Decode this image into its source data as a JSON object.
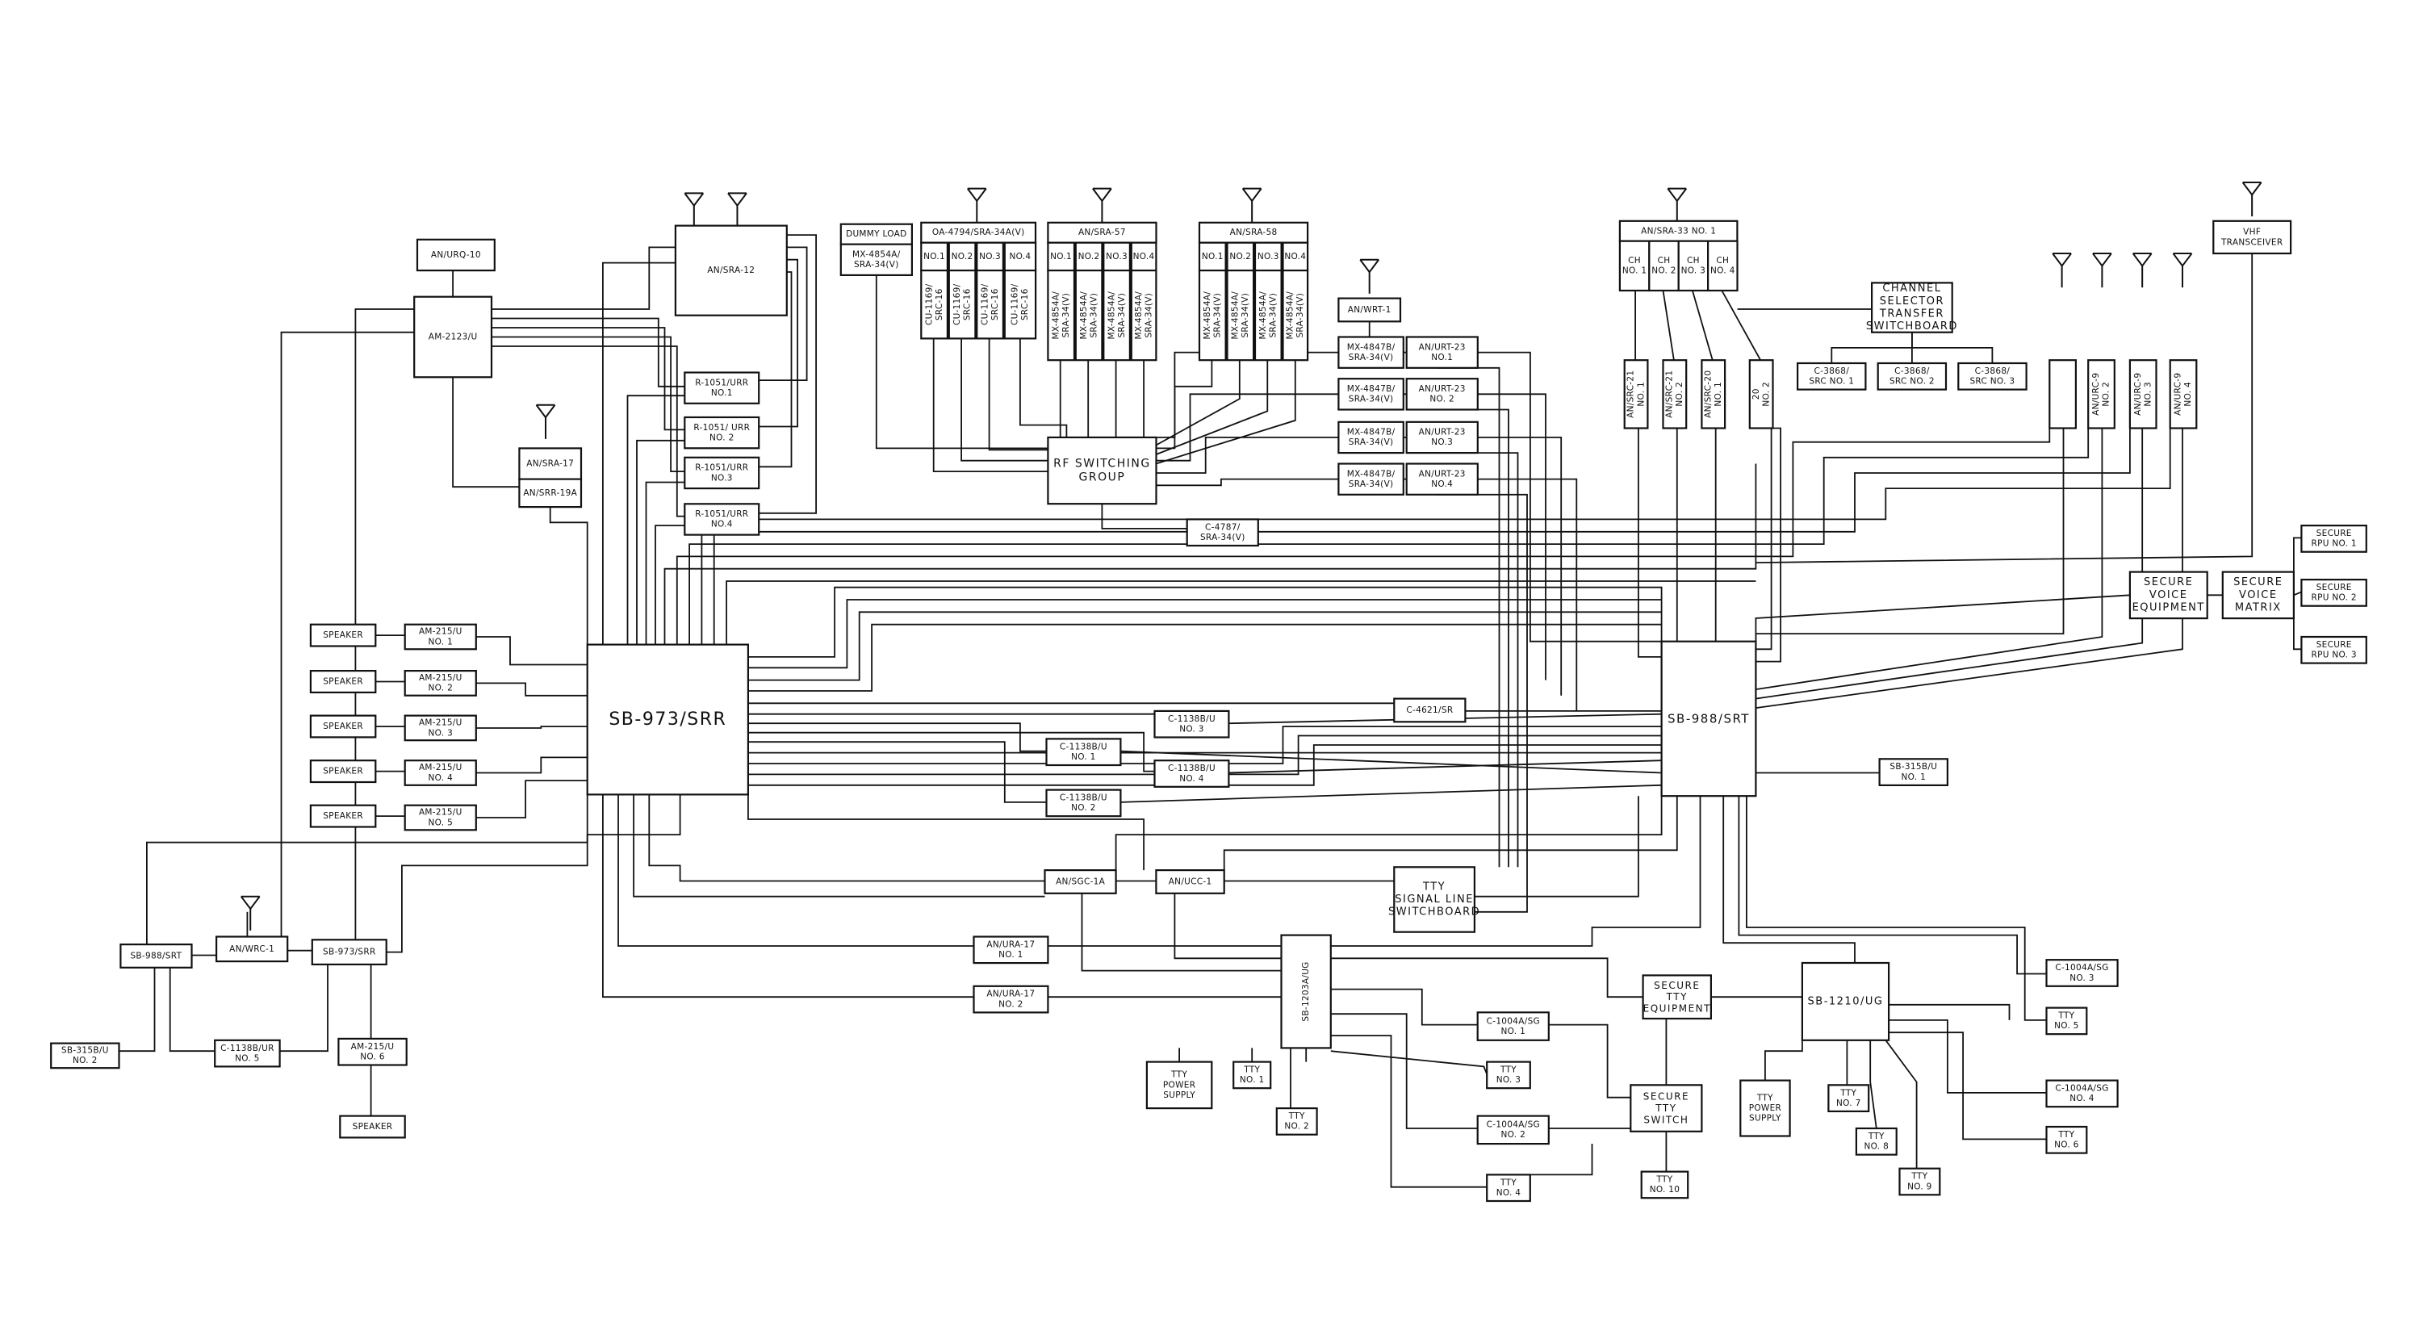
{
  "diagram": {
    "boxes": [
      {
        "id": "urq10",
        "lines": [
          "AN/URQ-10"
        ]
      },
      {
        "id": "am2123",
        "lines": [
          "AM-2123/U"
        ]
      },
      {
        "id": "sra12",
        "lines": [
          "AN/SRA-12"
        ]
      },
      {
        "id": "r1051_1",
        "lines": [
          "R-1051/URR",
          "NO.1"
        ]
      },
      {
        "id": "r1051_2",
        "lines": [
          "R-1051/ URR",
          "NO. 2"
        ]
      },
      {
        "id": "r1051_3",
        "lines": [
          "R-1051/URR",
          "NO.3"
        ]
      },
      {
        "id": "r1051_4",
        "lines": [
          "R-1051/URR",
          "NO.4"
        ]
      },
      {
        "id": "sra17",
        "lines": [
          "AN/SRA-17"
        ]
      },
      {
        "id": "srr19a",
        "lines": [
          "AN/SRR-19A"
        ]
      },
      {
        "id": "dummy",
        "lines": [
          "DUMMY LOAD"
        ]
      },
      {
        "id": "mx4854",
        "lines": [
          "MX-4854A/",
          "SRA-34(V)"
        ]
      },
      {
        "id": "oa4794",
        "lines": [
          "OA-4794/SRA-34A(V)"
        ]
      },
      {
        "id": "oa_no1",
        "lines": [
          "NO.1"
        ]
      },
      {
        "id": "oa_no2",
        "lines": [
          "NO.2"
        ]
      },
      {
        "id": "oa_no3",
        "lines": [
          "NO.3"
        ]
      },
      {
        "id": "oa_no4",
        "lines": [
          "NO.4"
        ]
      },
      {
        "id": "cu1",
        "lines": [
          "CU-1169/",
          "SRC-16"
        ],
        "vertical": true
      },
      {
        "id": "cu2",
        "lines": [
          "CU-1169/",
          "SRC-16"
        ],
        "vertical": true
      },
      {
        "id": "cu3",
        "lines": [
          "CU-1169/",
          "SRC-16"
        ],
        "vertical": true
      },
      {
        "id": "cu4",
        "lines": [
          "CU-1169/",
          "SRC-16"
        ],
        "vertical": true
      },
      {
        "id": "sra57",
        "lines": [
          "AN/SRA-57"
        ]
      },
      {
        "id": "s57_no1",
        "lines": [
          "NO.1"
        ]
      },
      {
        "id": "s57_no2",
        "lines": [
          "NO.2"
        ]
      },
      {
        "id": "s57_no3",
        "lines": [
          "NO.3"
        ]
      },
      {
        "id": "s57_no4",
        "lines": [
          "NO.4"
        ]
      },
      {
        "id": "mx57_1",
        "lines": [
          "MX-4854A/",
          "SRA-34(V)"
        ],
        "vertical": true
      },
      {
        "id": "mx57_2",
        "lines": [
          "MX-4854A/",
          "SRA-34(V)"
        ],
        "vertical": true
      },
      {
        "id": "mx57_3",
        "lines": [
          "MX-4854A/",
          "SRA-34(V)"
        ],
        "vertical": true
      },
      {
        "id": "mx57_4",
        "lines": [
          "MX-4854A/",
          "SRA-34(V)"
        ],
        "vertical": true
      },
      {
        "id": "sra58",
        "lines": [
          "AN/SRA-58"
        ]
      },
      {
        "id": "s58_no1",
        "lines": [
          "NO.1"
        ]
      },
      {
        "id": "s58_no2",
        "lines": [
          "NO.2"
        ]
      },
      {
        "id": "s58_no3",
        "lines": [
          "NO.3"
        ]
      },
      {
        "id": "s58_no4",
        "lines": [
          "NO.4"
        ]
      },
      {
        "id": "mx58_1",
        "lines": [
          "MX-4854A/",
          "SRA-34(V)"
        ],
        "vertical": true
      },
      {
        "id": "mx58_2",
        "lines": [
          "MX-4854A/",
          "SRA-34(V)"
        ],
        "vertical": true
      },
      {
        "id": "mx58_3",
        "lines": [
          "MX-4854A/",
          "SRA-34(V)"
        ],
        "vertical": true
      },
      {
        "id": "mx58_4",
        "lines": [
          "MX-4854A/",
          "SRA-34(V)"
        ],
        "vertical": true
      },
      {
        "id": "rfsw",
        "lines": [
          "RF SWITCHING",
          "GROUP"
        ]
      },
      {
        "id": "c4787",
        "lines": [
          "C-4787/",
          "SRA-34(V)"
        ]
      },
      {
        "id": "wrt1",
        "lines": [
          "AN/WRT-1"
        ]
      },
      {
        "id": "mx4847_1",
        "lines": [
          "MX-4847B/",
          "SRA-34(V)"
        ]
      },
      {
        "id": "urt23_1",
        "lines": [
          "AN/URT-23",
          "NO.1"
        ]
      },
      {
        "id": "mx4847_2",
        "lines": [
          "MX-4847B/",
          "SRA-34(V)"
        ]
      },
      {
        "id": "urt23_2",
        "lines": [
          "AN/URT-23",
          "NO. 2"
        ]
      },
      {
        "id": "mx4847_3",
        "lines": [
          "MX-4847B/",
          "SRA-34(V)"
        ]
      },
      {
        "id": "urt23_3",
        "lines": [
          "AN/URT-23",
          "NO.3"
        ]
      },
      {
        "id": "mx4847_4",
        "lines": [
          "MX-4847B/",
          "SRA-34(V)"
        ]
      },
      {
        "id": "urt23_4",
        "lines": [
          "AN/URT-23",
          "NO.4"
        ]
      },
      {
        "id": "sra33",
        "lines": [
          "AN/SRA-33 NO. 1"
        ]
      },
      {
        "id": "ch1",
        "lines": [
          "CH",
          "NO. 1"
        ]
      },
      {
        "id": "ch2",
        "lines": [
          "CH",
          "NO. 2"
        ]
      },
      {
        "id": "ch3",
        "lines": [
          "CH",
          "NO. 3"
        ]
      },
      {
        "id": "ch4",
        "lines": [
          "CH",
          "NO. 4"
        ]
      },
      {
        "id": "chsel",
        "lines": [
          "CHANNEL",
          "SELECTOR",
          "TRANSFER",
          "SWITCHBOARD"
        ]
      },
      {
        "id": "c3868_1",
        "lines": [
          "C-3868/",
          "SRC NO. 1"
        ]
      },
      {
        "id": "c3868_2",
        "lines": [
          "C-3868/",
          "SRC NO. 2"
        ]
      },
      {
        "id": "c3868_3",
        "lines": [
          "C-3868/",
          "SRC NO. 3"
        ]
      },
      {
        "id": "src21_1",
        "lines": [
          "AN/SRC-21",
          "NO. 1"
        ],
        "vertical": true
      },
      {
        "id": "src21_2",
        "lines": [
          "AN/SRC-21",
          "NO. 2"
        ],
        "vertical": true
      },
      {
        "id": "src20_1",
        "lines": [
          "AN/SRC-20",
          "NO. 1"
        ],
        "vertical": true
      },
      {
        "id": "src20_2",
        "lines": [
          "20",
          "NO. 2"
        ],
        "vertical": true
      },
      {
        "id": "urc_blank",
        "lines": [
          ""
        ],
        "vertical": true
      },
      {
        "id": "urc9_2",
        "lines": [
          "AN/URC-9",
          "NO. 2"
        ],
        "vertical": true
      },
      {
        "id": "urc9_3",
        "lines": [
          "AN/URC-9",
          "NO. 3"
        ],
        "vertical": true
      },
      {
        "id": "urc9_4",
        "lines": [
          "AN/URC-9",
          "NO. 4"
        ],
        "vertical": true
      },
      {
        "id": "vhf",
        "lines": [
          "VHF",
          "TRANSCEIVER"
        ]
      },
      {
        "id": "rpu1",
        "lines": [
          "SECURE",
          "RPU NO. 1"
        ]
      },
      {
        "id": "rpu2",
        "lines": [
          "SECURE",
          "RPU NO. 2"
        ]
      },
      {
        "id": "rpu3",
        "lines": [
          "SECURE",
          "RPU NO. 3"
        ]
      },
      {
        "id": "svequip",
        "lines": [
          "SECURE",
          "VOICE",
          "EQUIPMENT"
        ]
      },
      {
        "id": "svmatrix",
        "lines": [
          "SECURE",
          "VOICE",
          "MATRIX"
        ]
      },
      {
        "id": "spk1",
        "lines": [
          "SPEAKER"
        ]
      },
      {
        "id": "spk2",
        "lines": [
          "SPEAKER"
        ]
      },
      {
        "id": "spk3",
        "lines": [
          "SPEAKER"
        ]
      },
      {
        "id": "spk4",
        "lines": [
          "SPEAKER"
        ]
      },
      {
        "id": "spk5",
        "lines": [
          "SPEAKER"
        ]
      },
      {
        "id": "am215_1",
        "lines": [
          "AM-215/U",
          "NO. 1"
        ]
      },
      {
        "id": "am215_2",
        "lines": [
          "AM-215/U",
          "NO. 2"
        ]
      },
      {
        "id": "am215_3",
        "lines": [
          "AM-215/U",
          "NO. 3"
        ]
      },
      {
        "id": "am215_4",
        "lines": [
          "AM-215/U",
          "NO. 4"
        ]
      },
      {
        "id": "am215_5",
        "lines": [
          "AM-215/U",
          "NO. 5"
        ]
      },
      {
        "id": "sb973",
        "lines": [
          "SB-973/SRR"
        ]
      },
      {
        "id": "sb988",
        "lines": [
          "SB-988/SRT"
        ]
      },
      {
        "id": "c4621",
        "lines": [
          "C-4621/SR"
        ]
      },
      {
        "id": "c1138_3",
        "lines": [
          "C-1138B/U",
          "NO. 3"
        ]
      },
      {
        "id": "c1138_1",
        "lines": [
          "C-1138B/U",
          "NO. 1"
        ]
      },
      {
        "id": "c1138_4",
        "lines": [
          "C-1138B/U",
          "NO. 4"
        ]
      },
      {
        "id": "c1138_2",
        "lines": [
          "C-1138B/U",
          "NO. 2"
        ]
      },
      {
        "id": "sb315_1",
        "lines": [
          "SB-315B/U",
          "NO. 1"
        ]
      },
      {
        "id": "sb988_2",
        "lines": [
          "SB-988/SRT"
        ]
      },
      {
        "id": "wrc1",
        "lines": [
          "AN/WRC-1"
        ]
      },
      {
        "id": "sb973_2",
        "lines": [
          "SB-973/SRR"
        ]
      },
      {
        "id": "sb315_2",
        "lines": [
          "SB-315B/U",
          "NO. 2"
        ]
      },
      {
        "id": "c1138ur",
        "lines": [
          "C-1138B/UR",
          "NO. 5"
        ]
      },
      {
        "id": "am215_6",
        "lines": [
          "AM-215/U",
          "NO. 6"
        ]
      },
      {
        "id": "spk6",
        "lines": [
          "SPEAKER"
        ]
      },
      {
        "id": "sgc1a",
        "lines": [
          "AN/SGC-1A"
        ]
      },
      {
        "id": "ucc1",
        "lines": [
          "AN/UCC-1"
        ]
      },
      {
        "id": "ttysig",
        "lines": [
          "TTY",
          "SIGNAL LINE",
          "SWITCHBOARD"
        ]
      },
      {
        "id": "ura17_1",
        "lines": [
          "AN/URA-17",
          "NO. 1"
        ]
      },
      {
        "id": "ura17_2",
        "lines": [
          "AN/URA-17",
          "NO. 2"
        ]
      },
      {
        "id": "sb1203",
        "lines": [
          "SB-1203A/UG"
        ],
        "vertical": true
      },
      {
        "id": "ttypwr1",
        "lines": [
          "TTY",
          "POWER",
          "SUPPLY"
        ]
      },
      {
        "id": "tty1",
        "lines": [
          "TTY",
          "NO. 1"
        ]
      },
      {
        "id": "tty2",
        "lines": [
          "TTY",
          "NO. 2"
        ]
      },
      {
        "id": "tty3",
        "lines": [
          "TTY",
          "NO. 3"
        ]
      },
      {
        "id": "tty4",
        "lines": [
          "TTY",
          "NO. 4"
        ]
      },
      {
        "id": "c1004_1",
        "lines": [
          "C-1004A/SG",
          "NO. 1"
        ]
      },
      {
        "id": "c1004_2",
        "lines": [
          "C-1004A/SG",
          "NO. 2"
        ]
      },
      {
        "id": "sttyequip",
        "lines": [
          "SECURE",
          "TTY",
          "EQUIPMENT"
        ]
      },
      {
        "id": "sttyswitch",
        "lines": [
          "SECURE",
          "TTY",
          "SWITCH"
        ]
      },
      {
        "id": "tty10",
        "lines": [
          "TTY",
          "NO. 10"
        ]
      },
      {
        "id": "ttypwr2",
        "lines": [
          "TTY",
          "POWER",
          "SUPPLY"
        ]
      },
      {
        "id": "sb1210",
        "lines": [
          "SB-1210/UG"
        ]
      },
      {
        "id": "tty7",
        "lines": [
          "TTY",
          "NO. 7"
        ]
      },
      {
        "id": "tty8",
        "lines": [
          "TTY",
          "NO. 8"
        ]
      },
      {
        "id": "tty9",
        "lines": [
          "TTY",
          "NO. 9"
        ]
      },
      {
        "id": "c1004_3",
        "lines": [
          "C-1004A/SG",
          "NO. 3"
        ]
      },
      {
        "id": "tty5",
        "lines": [
          "TTY",
          "NO. 5"
        ]
      },
      {
        "id": "c1004_4",
        "lines": [
          "C-1004A/SG",
          "NO. 4"
        ]
      },
      {
        "id": "tty6",
        "lines": [
          "TTY",
          "NO. 6"
        ]
      }
    ]
  }
}
